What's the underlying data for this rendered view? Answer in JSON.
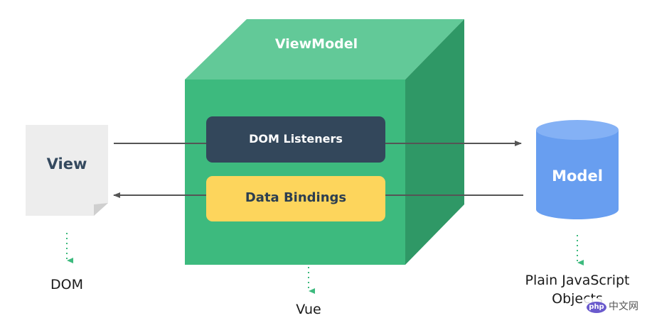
{
  "viewmodel": {
    "title": "ViewModel",
    "face_color": "#3dba7e",
    "top_color": "#62c998",
    "side_color": "#2f9866"
  },
  "dom_listeners": {
    "label": "DOM Listeners",
    "fill": "#33475b",
    "text_color": "#ffffff"
  },
  "data_bindings": {
    "label": "Data Bindings",
    "fill": "#fdd55c",
    "text_color": "#2c3e50"
  },
  "view": {
    "label": "View",
    "fill": "#ededed",
    "text_color": "#34495e"
  },
  "model": {
    "label": "Model",
    "fill": "#689ef0",
    "top_fill": "#84b1f5",
    "text_color": "#ffffff"
  },
  "captions": {
    "dom": "DOM",
    "vue": "Vue",
    "plain_js_line1": "Plain JavaScript",
    "plain_js_line2": "Objects"
  },
  "arrow_color": "#555555",
  "dotted_arrow_color": "#3dba7e",
  "watermark": {
    "logo": "php",
    "text": "中文网"
  }
}
